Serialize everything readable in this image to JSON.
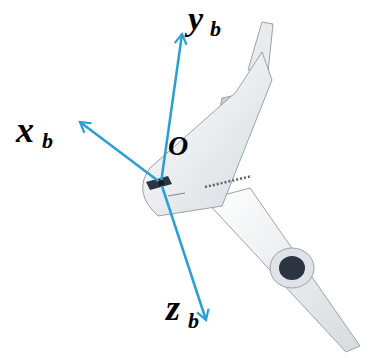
{
  "diagram": {
    "labels": [
      "y",
      "b",
      "x",
      "b",
      "z",
      "b",
      "O"
    ]
  }
}
